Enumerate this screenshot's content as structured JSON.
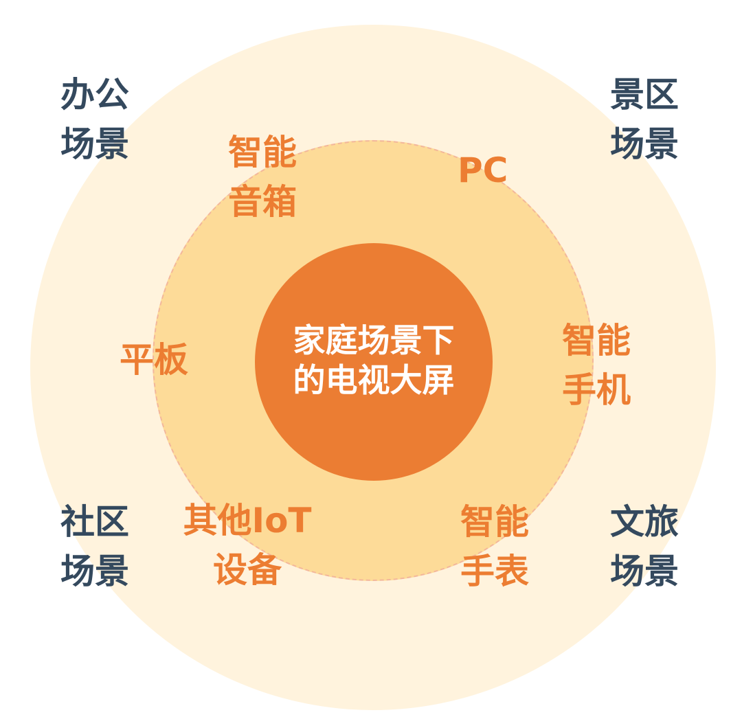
{
  "center": {
    "line1": "家庭场景下",
    "line2": "的电视大屏"
  },
  "inner_devices": {
    "speaker": [
      "智能",
      "音箱"
    ],
    "pc": [
      "PC"
    ],
    "tablet": [
      "平板"
    ],
    "phone": [
      "智能",
      "手机"
    ],
    "iot": [
      "其他IoT",
      "设备"
    ],
    "watch": [
      "智能",
      "手表"
    ]
  },
  "outer_scenes": {
    "office": [
      "办公",
      "场景"
    ],
    "scenic": [
      "景区",
      "场景"
    ],
    "community": [
      "社区",
      "场景"
    ],
    "tourism": [
      "文旅",
      "场景"
    ]
  },
  "colors": {
    "outer_ring": "#fff3dd",
    "middle_ring": "#fddb98",
    "core": "#eb7d33",
    "device_text": "#ec7d32",
    "scene_text": "#34495e"
  }
}
